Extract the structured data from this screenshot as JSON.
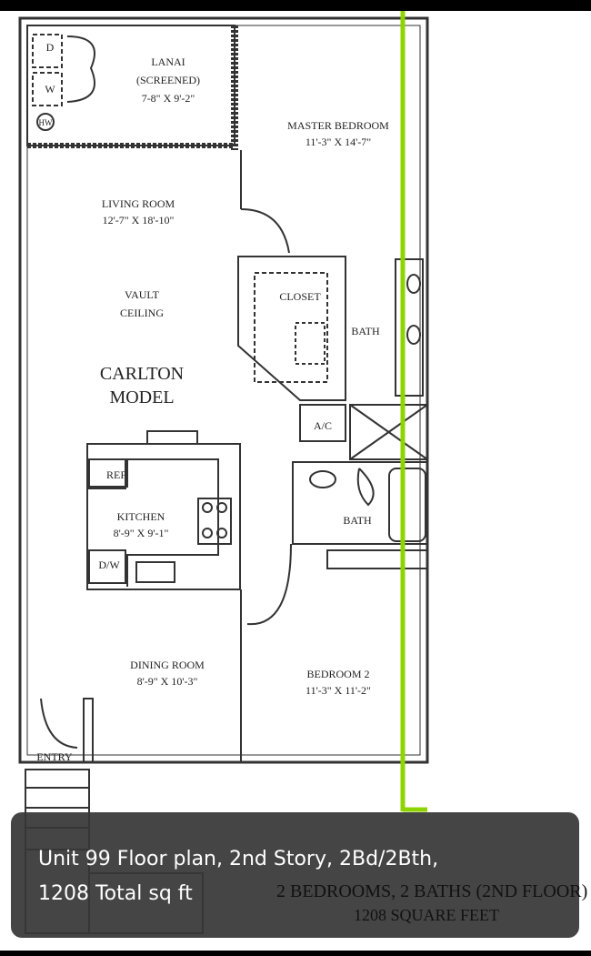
{
  "floor_plan": {
    "rooms": {
      "dryer": "D",
      "washer": "W",
      "water_heater": "HW",
      "lanai": [
        "LANAI",
        "(SCREENED)",
        "7-8\" X 9'-2\""
      ],
      "master_bedroom": [
        "MASTER BEDROOM",
        "11'-3\" X 14'-7\""
      ],
      "living_room": [
        "LIVING ROOM",
        "12'-7\" X 18'-10\""
      ],
      "vault": [
        "VAULT",
        "CEILING"
      ],
      "model": [
        "CARLTON",
        "MODEL"
      ],
      "closet": "CLOSET",
      "bath1": "BATH",
      "ac": "A/C",
      "ref": "REF",
      "kitchen": [
        "KITCHEN",
        "8'-9\" X 9'-1\""
      ],
      "dw": "D/W",
      "bath2": "BATH",
      "dining_room": [
        "DINING ROOM",
        "8'-9\" X 10'-3\""
      ],
      "bedroom2": [
        "BEDROOM 2",
        "11'-3\" X 11'-2\""
      ],
      "entry": "ENTRY"
    },
    "summary": [
      "2 BEDROOMS, 2 BATHS (2ND FLOOR)",
      "1208 SQUARE FEET"
    ],
    "marker_color": "#8fd400"
  },
  "caption": {
    "line1": "Unit 99 Floor plan, 2nd Story, 2Bd/2Bth,",
    "line2": "1208 Total sq ft"
  }
}
